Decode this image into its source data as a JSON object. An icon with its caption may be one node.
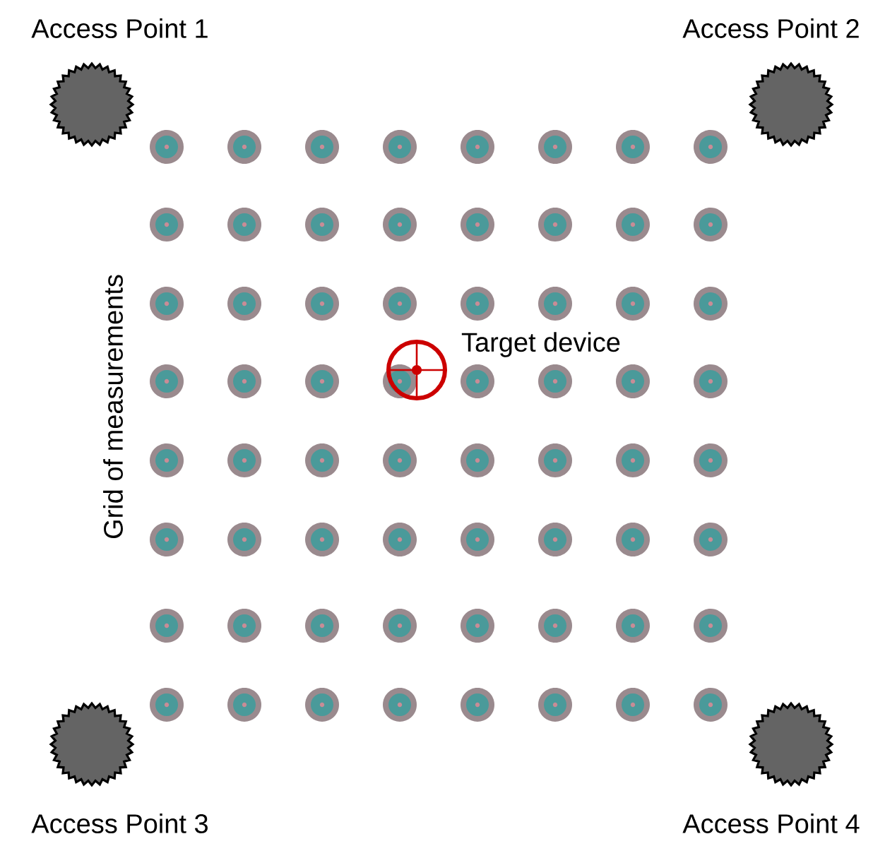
{
  "diagram": {
    "nodes": [
      {
        "text": [
          "Access Point 1"
        ]
      },
      {
        "text": [
          "Access Point 2"
        ]
      },
      {
        "text": [
          "Access Point 3"
        ]
      },
      {
        "text": [
          "Access Point 4"
        ]
      },
      {
        "text": [
          "Target device"
        ]
      }
    ],
    "labels": [
      "Grid of measurements"
    ]
  }
}
